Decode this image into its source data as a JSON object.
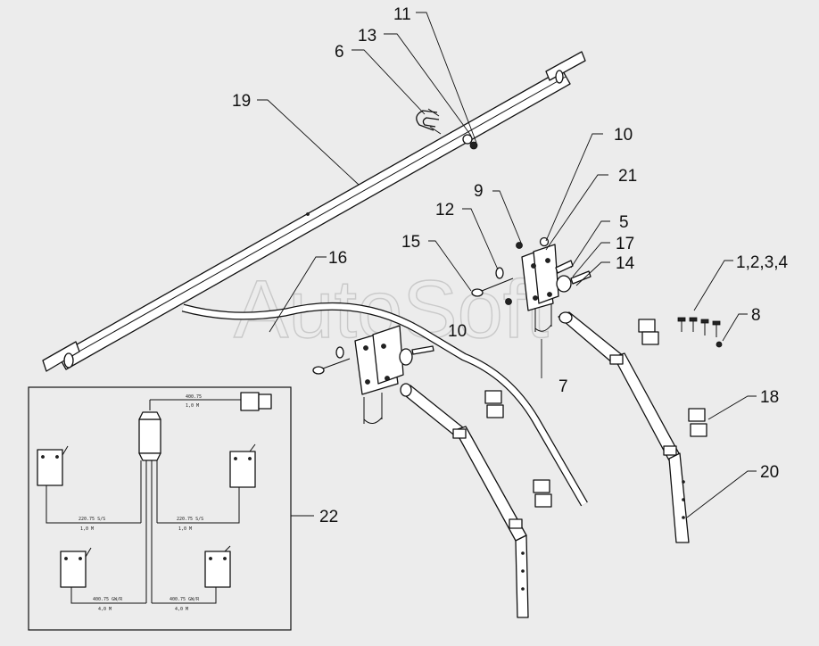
{
  "watermark": "AutoSoft",
  "labels": {
    "l11": "11",
    "l13": "13",
    "l6": "6",
    "l19": "19",
    "l10a": "10",
    "l21": "21",
    "l9": "9",
    "l12": "12",
    "l15": "15",
    "l5": "5",
    "l17": "17",
    "l14": "14",
    "l16": "16",
    "l1234": "1,2,3,4",
    "l8": "8",
    "l10b": "10",
    "l7": "7",
    "l18": "18",
    "l20": "20",
    "l22": "22"
  },
  "harness": {
    "t1": "400.75",
    "t2": "1,0 M",
    "t3": "220.75 S/S",
    "t4": "1,0 M",
    "t5": "220.75 S/S",
    "t6": "1,0 M",
    "t7": "400.75 GW/R",
    "t8": "4,0 M",
    "t9": "400.75 GW/R",
    "t10": "4,0 M"
  }
}
